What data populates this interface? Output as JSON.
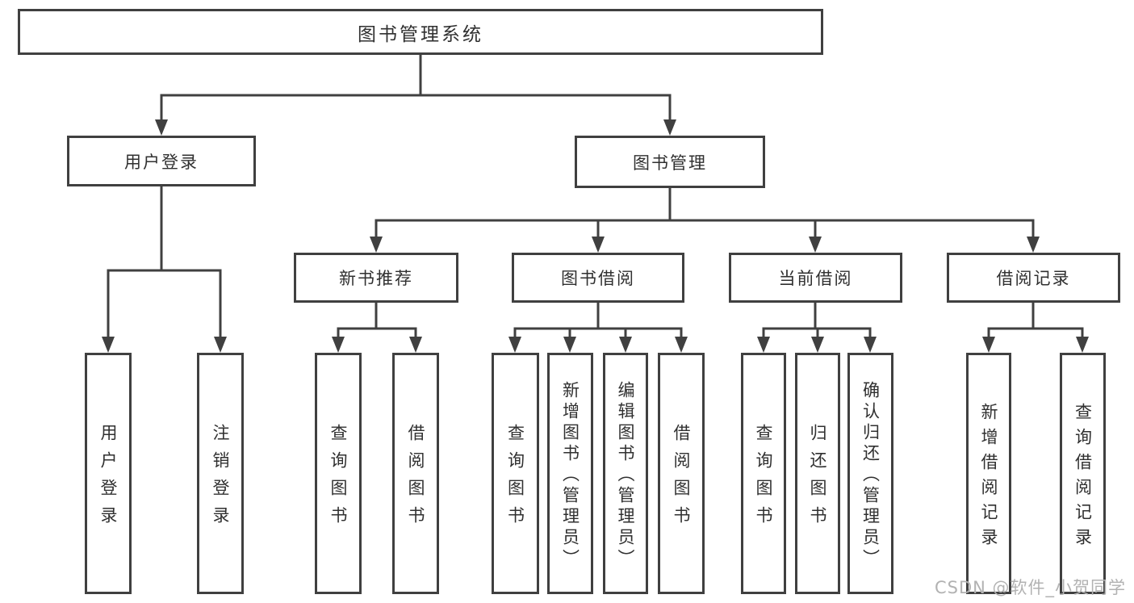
{
  "diagram": {
    "root": {
      "label": "图书管理系统"
    },
    "level2": [
      {
        "label": "用户登录"
      },
      {
        "label": "图书管理"
      }
    ],
    "level3": [
      {
        "label": "新书推荐"
      },
      {
        "label": "图书借阅"
      },
      {
        "label": "当前借阅"
      },
      {
        "label": "借阅记录"
      }
    ],
    "leaves": [
      {
        "label": "用户登录"
      },
      {
        "label": "注销登录"
      },
      {
        "label": "查询图书"
      },
      {
        "label": "借阅图书"
      },
      {
        "label": "查询图书"
      },
      {
        "label": "新增图书（管理员）"
      },
      {
        "label": "编辑图书（管理员）"
      },
      {
        "label": "借阅图书"
      },
      {
        "label": "查询图书"
      },
      {
        "label": "归还图书"
      },
      {
        "label": "确认归还（管理员）"
      },
      {
        "label": "新增借阅记录"
      },
      {
        "label": "查询借阅记录"
      }
    ]
  },
  "watermark": {
    "text": "CSDN @软件_小贺同学"
  },
  "colors": {
    "line": "#404040",
    "text": "#303030",
    "background": "#ffffff",
    "watermark": "#b2b2b2"
  }
}
